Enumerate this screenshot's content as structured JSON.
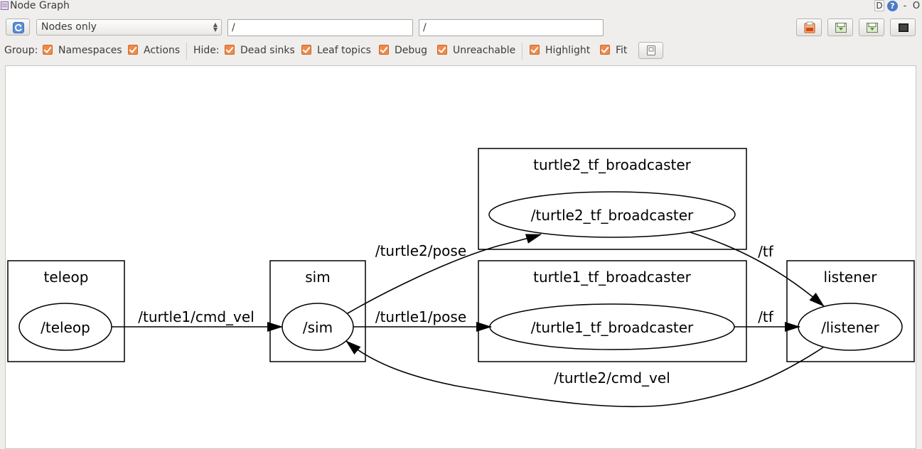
{
  "window": {
    "title": "Node Graph",
    "ctrl_d": "D",
    "ctrl_help": "?",
    "ctrl_min": "-",
    "ctrl_close": "O"
  },
  "toolbar": {
    "graph_type": "Nodes only",
    "namespace_filter": "/",
    "topic_filter": "/",
    "icons": [
      "refresh-icon",
      "open-icon",
      "save-dot-icon",
      "save-image-icon",
      "screenshot-icon"
    ]
  },
  "options": {
    "group_label": "Group:",
    "group": [
      {
        "label": "Namespaces",
        "checked": true
      },
      {
        "label": "Actions",
        "checked": true
      }
    ],
    "hide_label": "Hide:",
    "hide": [
      {
        "label": "Dead sinks",
        "checked": true
      },
      {
        "label": "Leaf topics",
        "checked": true
      },
      {
        "label": "Debug",
        "checked": true
      },
      {
        "label": "Unreachable",
        "checked": true
      }
    ],
    "highlight": {
      "label": "Highlight",
      "checked": true
    },
    "fit": {
      "label": "Fit",
      "checked": true
    }
  },
  "graph": {
    "clusters": {
      "teleop": "teleop",
      "sim": "sim",
      "turtle2_tf": "turtle2_tf_broadcaster",
      "turtle1_tf": "turtle1_tf_broadcaster",
      "listener": "listener"
    },
    "nodes": {
      "teleop": "/teleop",
      "sim": "/sim",
      "turtle2_tf": "/turtle2_tf_broadcaster",
      "turtle1_tf": "/turtle1_tf_broadcaster",
      "listener": "/listener"
    },
    "edges": {
      "teleop_sim": "/turtle1/cmd_vel",
      "sim_turtle2": "/turtle2/pose",
      "sim_turtle1": "/turtle1/pose",
      "turtle2_listener": "/tf",
      "turtle1_listener": "/tf",
      "listener_sim": "/turtle2/cmd_vel"
    }
  }
}
